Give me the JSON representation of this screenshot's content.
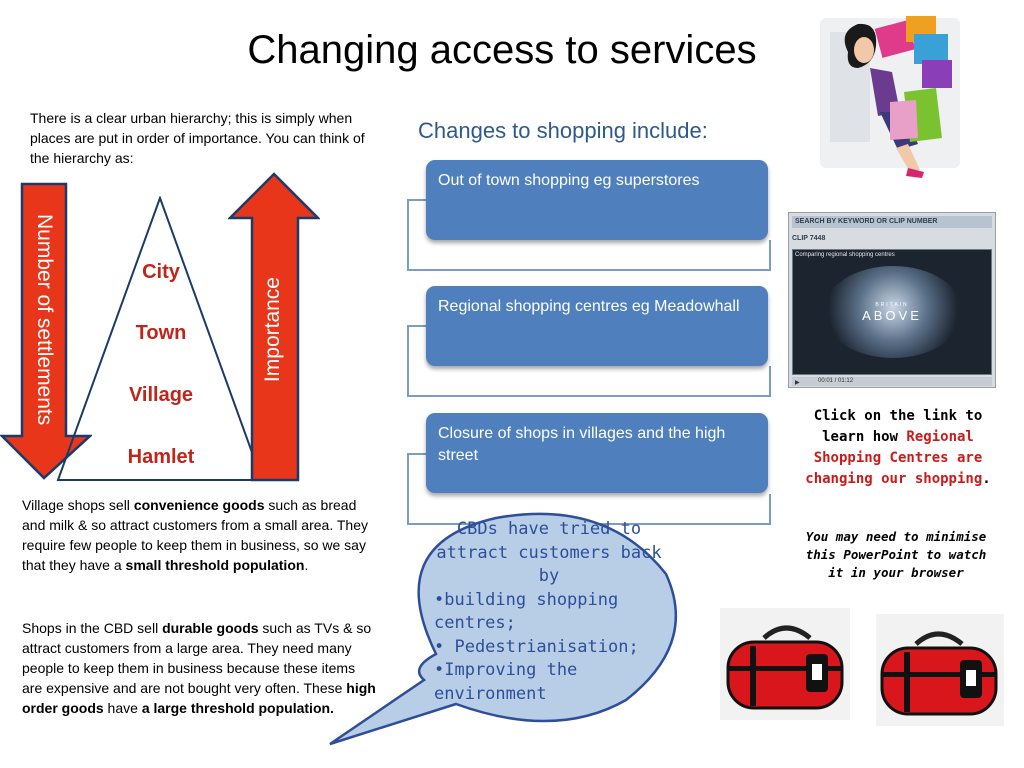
{
  "title": "Changing access to services",
  "intro": "There is a clear urban hierarchy; this is simply when places are put in order of importance. You can think of the hierarchy as:",
  "hierarchy": {
    "levels": [
      "City",
      "Town",
      "Village",
      "Hamlet"
    ],
    "left_arrow_label": "Number of  settlements",
    "right_arrow_label": "Importance"
  },
  "para1": {
    "t1": "Village shops sell ",
    "b1": "convenience goods",
    "t2": " such as bread and milk & so attract customers from a small area.  They require few people to keep them in business, so we say that they have a ",
    "b2": "small threshold population",
    "t3": "."
  },
  "para2": {
    "t1": "Shops in the CBD sell ",
    "b1": "durable goods",
    "t2": " such as TVs & so attract customers from a large area.  They need many people to keep them in business because these items are expensive and are not bought very often.  These ",
    "b2": "high order goods",
    "t3": " have ",
    "b3": "a large threshold population."
  },
  "changes_heading": "Changes to shopping include:",
  "shopping_changes": [
    "Out of town shopping eg superstores",
    "Regional shopping centres eg Meadowhall",
    "Closure of shops in villages and the high street"
  ],
  "bubble": {
    "heading": "CBDs have tried to attract customers back by",
    "items": [
      "•building shopping centres;",
      "• Pedestrianisation;",
      "•Improving the environment"
    ]
  },
  "click": {
    "t1": "Click on the link to learn how ",
    "red": "Regional Shopping Centres are changing our shopping",
    "t2": "."
  },
  "note": "You  may need to minimise this PowerPoint to watch it in your browser",
  "video": {
    "search_label": "SEARCH BY KEYWORD OR CLIP NUMBER",
    "clip": "CLIP 7448",
    "caption": "Comparing regional shopping centres",
    "logo_top": "BRITAIN",
    "logo_main": "ABOVE",
    "time": "00:01 / 01:12"
  },
  "colors": {
    "box_blue": "#4f80bd",
    "arrow_red": "#e8361a",
    "bubble_fill": "#b8cde6",
    "hierarchy_red": "#c0251a"
  }
}
